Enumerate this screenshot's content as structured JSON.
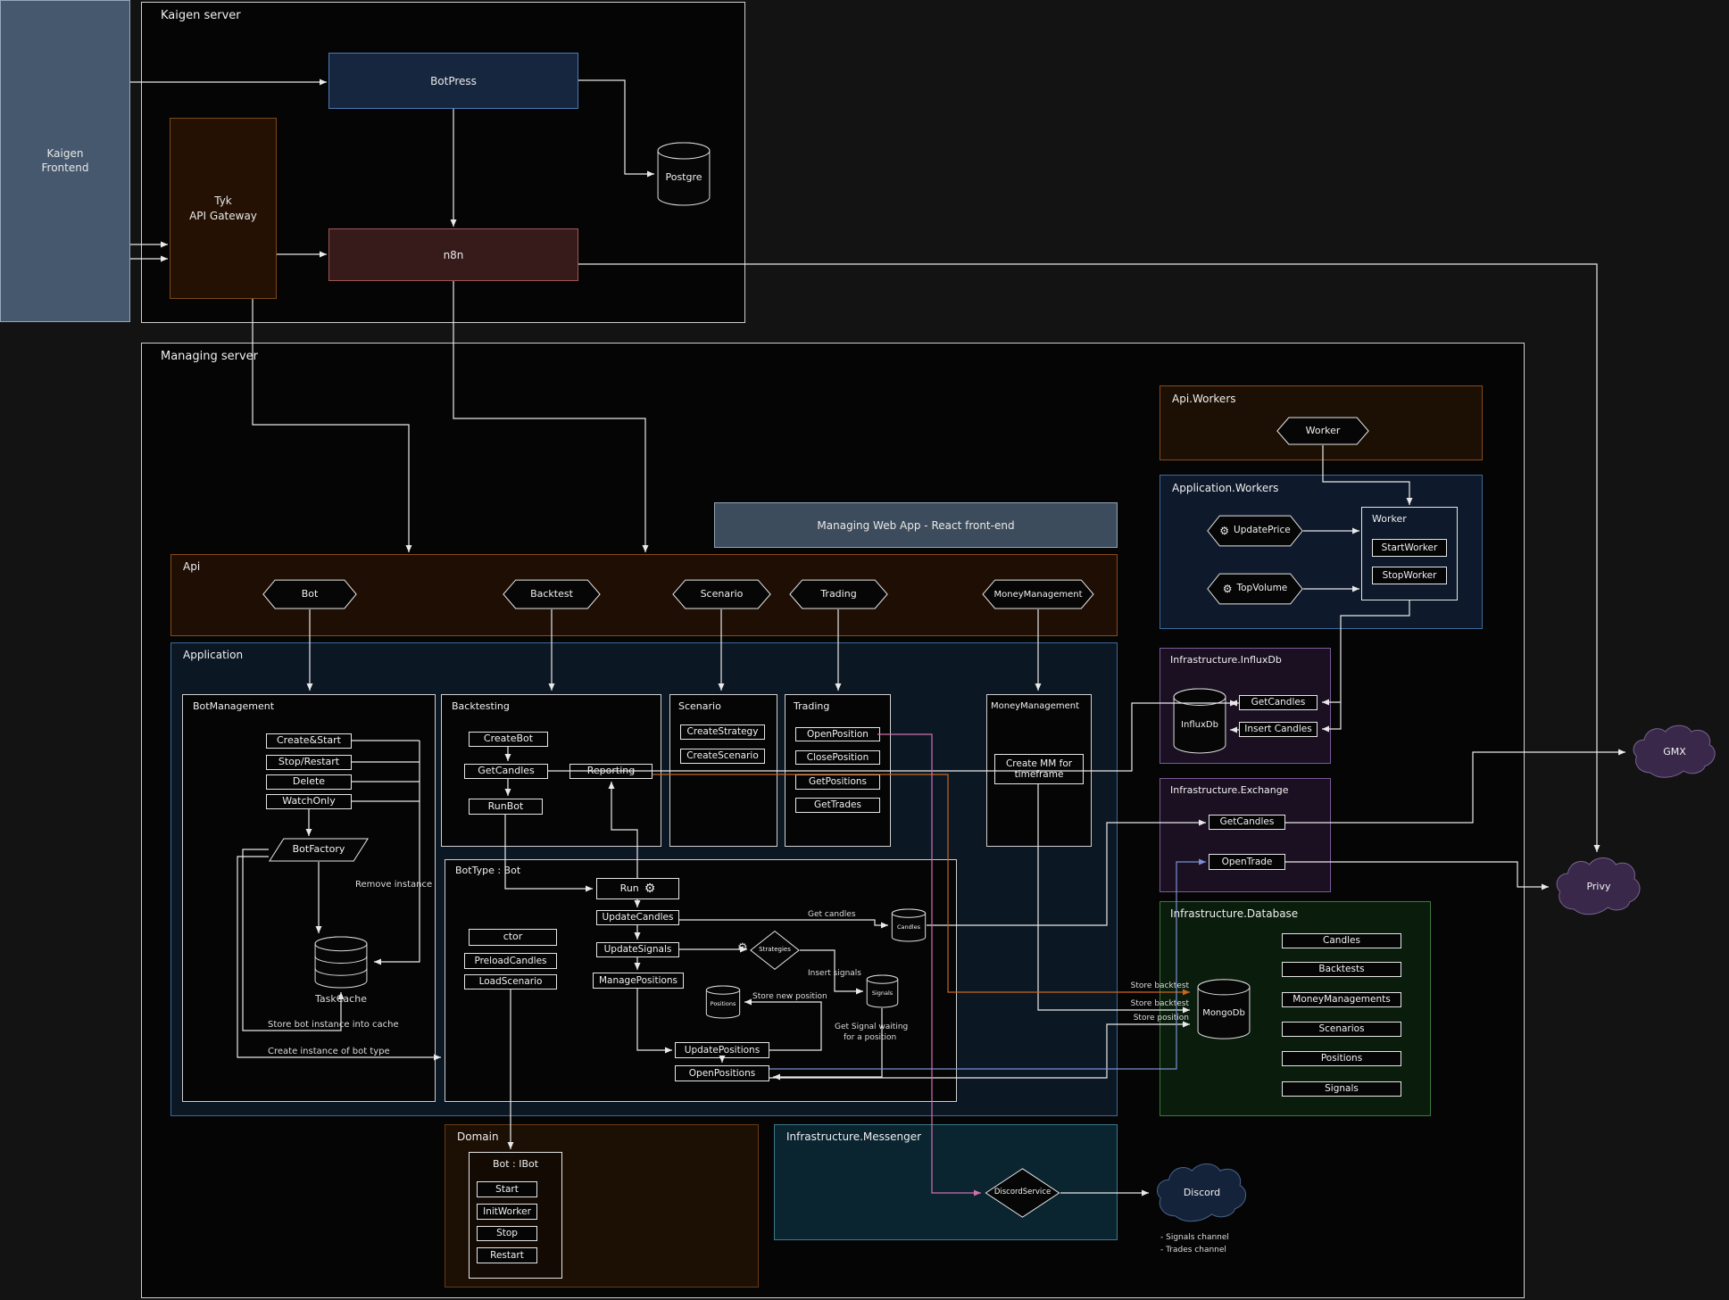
{
  "colors": {
    "line": "#e8e8e8",
    "orange": "#c9661f",
    "pink": "#d070b0",
    "blue": "#7a8fd4"
  },
  "frontend": {
    "line1": "Kaigen",
    "line2": "Frontend"
  },
  "kaigen": {
    "title": "Kaigen server",
    "botpress": "BotPress",
    "tyk1": "Tyk",
    "tyk2": "API Gateway",
    "n8n": "n8n",
    "postgre": "Postgre"
  },
  "ms": {
    "title": "Managing server",
    "api_workers": {
      "title": "Api.Workers",
      "worker": "Worker"
    },
    "app_workers": {
      "title": "Application.Workers",
      "update_price": "UpdatePrice",
      "top_volume": "TopVolume",
      "worker_title": "Worker",
      "start_worker": "StartWorker",
      "stop_worker": "StopWorker"
    },
    "web_app": "Managing Web App - React front-end",
    "api": {
      "title": "Api",
      "bot": "Bot",
      "backtest": "Backtest",
      "scenario": "Scenario",
      "trading": "Trading",
      "mm": "MoneyManagement"
    },
    "app": {
      "title": "Application",
      "bm": {
        "title": "BotManagement",
        "b1": "Create&Start",
        "b2": "Stop/Restart",
        "b3": "Delete",
        "b4": "WatchOnly",
        "factory": "BotFactory",
        "cache": "TaskCache",
        "n1": "Remove instance",
        "n2": "Store bot instance into cache",
        "n3": "Create instance of bot type"
      },
      "bt": {
        "title": "Backtesting",
        "create_bot": "CreateBot",
        "get_candles": "GetCandles",
        "run_bot": "RunBot",
        "reporting": "Reporting"
      },
      "sc": {
        "title": "Scenario",
        "s1": "CreateStrategy",
        "s2": "CreateScenario"
      },
      "tr": {
        "title": "Trading",
        "t1": "OpenPosition",
        "t2": "ClosePosition",
        "t3": "GetPositions",
        "t4": "GetTrades"
      },
      "mm": {
        "title": "MoneyManagement",
        "create": "Create MM for timeframe"
      },
      "bot": {
        "title": "BotType : Bot",
        "run": "Run",
        "uc": "UpdateCandles",
        "us": "UpdateSignals",
        "mp": "ManagePositions",
        "ctor": "ctor",
        "pc": "PreloadCandles",
        "ls": "LoadScenario",
        "up": "UpdatePositions",
        "op": "OpenPositions",
        "strategies": "Strategies",
        "candles": "Candles",
        "signals": "Signals",
        "positions": "Positions",
        "n_get": "Get candles",
        "n_insert": "Insert signals",
        "n_store": "Store new position",
        "n_sig1": "Get Signal waiting",
        "n_sig2": "for a position"
      }
    },
    "influx": {
      "title": "Infrastructure.InfluxDb",
      "db": "InfluxDb",
      "get": "GetCandles",
      "insert": "Insert Candles"
    },
    "exchange": {
      "title": "Infrastructure.Exchange",
      "get": "GetCandles",
      "open": "OpenTrade"
    },
    "db": {
      "title": "Infrastructure.Database",
      "db": "MongoDb",
      "collections": [
        "Candles",
        "Backtests",
        "MoneyManagements",
        "Scenarios",
        "Positions",
        "Signals"
      ],
      "n1": "Store backtest",
      "n2": "Store backtest",
      "n3": "Store position"
    },
    "domain": {
      "title": "Domain",
      "ibot": "Bot : IBot",
      "start": "Start",
      "init": "InitWorker",
      "stop": "Stop",
      "restart": "Restart"
    },
    "msg": {
      "title": "Infrastructure.Messenger",
      "service": "DiscordService"
    }
  },
  "ext": {
    "discord": "Discord",
    "dn1": "- Signals channel",
    "dn2": "- Trades channel",
    "gmx": "GMX",
    "privy": "Privy"
  },
  "icons": {
    "gear": "⚙"
  }
}
